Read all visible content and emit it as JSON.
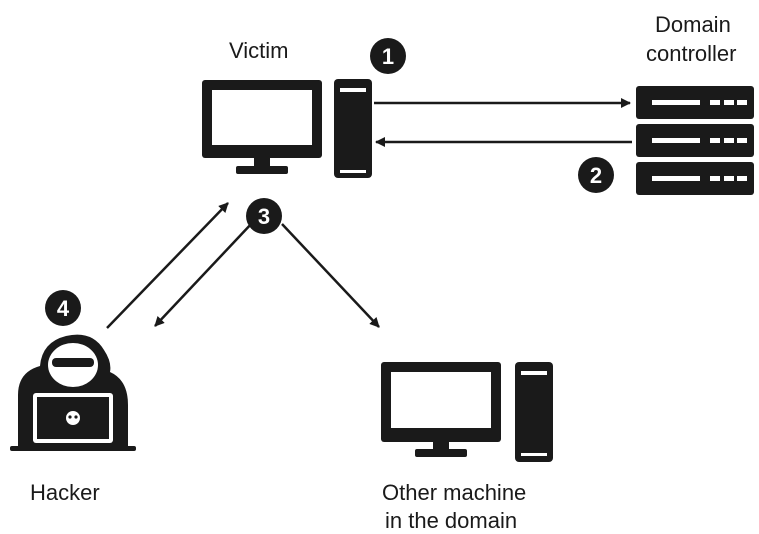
{
  "labels": {
    "victim": "Victim",
    "domain_controller_line1": "Domain",
    "domain_controller_line2": "controller",
    "hacker": "Hacker",
    "other_machine_line1": "Other machine",
    "other_machine_line2": "in the domain"
  },
  "step_badges": [
    "1",
    "2",
    "3",
    "4"
  ],
  "colors": {
    "ink": "#1a1a1a",
    "background": "#ffffff"
  },
  "icons": {
    "victim": "desktop-computer-icon",
    "domain_controller": "server-rack-icon",
    "hacker": "hooded-hacker-icon",
    "other_machine": "desktop-computer-icon"
  }
}
